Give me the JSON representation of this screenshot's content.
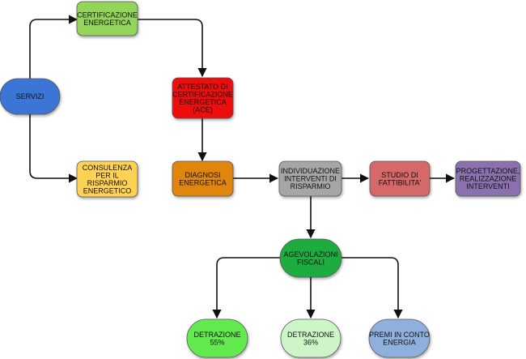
{
  "nodes": {
    "servizi": {
      "lines": [
        "SERVIZI"
      ],
      "fill": "#3a74d6"
    },
    "certificazione": {
      "lines": [
        "CERTIFICAZIONE",
        "ENERGETICA"
      ],
      "fill": "#93d45a"
    },
    "attestato": {
      "lines": [
        "ATTESTATO DI",
        "CERTIFICAZIONE",
        "ENERGETICA",
        "(ACE)"
      ],
      "fill": "#ee0a0a"
    },
    "consulenza": {
      "lines": [
        "CONSULENZA",
        "PER IL",
        "RISPARMIO",
        "ENERGETICO"
      ],
      "fill": "#ffd257"
    },
    "diagnosi": {
      "lines": [
        "DIAGNOSI",
        "ENERGETICA"
      ],
      "fill": "#e0860f"
    },
    "individuazione": {
      "lines": [
        "INDIVIDUAZIONE",
        "INTERVENTI DI",
        "RISPARMIO"
      ],
      "fill": "#a6a6a6"
    },
    "studio": {
      "lines": [
        "STUDIO DI",
        "FATTIBILITA'"
      ],
      "fill": "#d56767"
    },
    "progettazione": {
      "lines": [
        "PROGETTAZIONE,",
        "REALIZZAZIONE",
        "INTERVENTI"
      ],
      "fill": "#8b72ae"
    },
    "agevolazioni": {
      "lines": [
        "AGEVOLAZIONI",
        "FISCALI"
      ],
      "fill": "#1fac3f"
    },
    "detrazione55": {
      "lines": [
        "DETRAZIONE",
        "55%"
      ],
      "fill": "#63ea4f"
    },
    "detrazione36": {
      "lines": [
        "DETRAZIONE",
        "36%"
      ],
      "fill": "#cef5c8"
    },
    "premi": {
      "lines": [
        "PREMI IN CONTO",
        "ENERGIA"
      ],
      "fill": "#8fb0dc"
    }
  }
}
